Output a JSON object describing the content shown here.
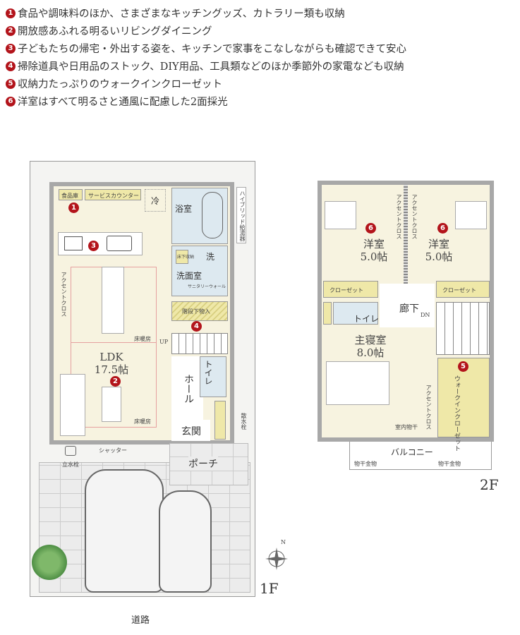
{
  "features": [
    {
      "num": "1",
      "text": "食品や調味料のほか、さまざまなキッチングッズ、カトラリー類も収納"
    },
    {
      "num": "2",
      "text": "開放感あふれる明るいリビングダイニング"
    },
    {
      "num": "3",
      "text": "子どもたちの帰宅・外出する姿を、キッチンで家事をこなしながらも確認できて安心"
    },
    {
      "num": "4",
      "text": "掃除道具や日用品のストック、DIY用品、工具類などのほか季節外の家電なども収納"
    },
    {
      "num": "5",
      "text": "収納力たっぷりのウォークインクローゼット"
    },
    {
      "num": "6",
      "text": "洋室はすべて明るさと通風に配慮した2面採光"
    }
  ],
  "floor1": {
    "label": "1F",
    "pantry": "食品庫",
    "service_counter": "サービスカウンター",
    "fridge": "冷",
    "bath": "浴室",
    "washer": "洗",
    "underfloor": "床下収納",
    "washroom": "洗面室",
    "sanitary_wall": "サニタリーウォール",
    "under_stairs": "階段下物入",
    "water_heater": "ハイブリッド給湯器",
    "ldk_name": "LDK",
    "ldk_size": "17.5帖",
    "floor_heating": "床暖房",
    "up": "UP",
    "toilet": "トイレ",
    "hall": "ホール",
    "entrance": "玄関",
    "porch": "ポーチ",
    "faucet": "立水栓",
    "sprinkler": "散水栓",
    "shutter": "シャッター",
    "accent_cloth": "アクセントクロス",
    "road": "道路",
    "badges": [
      "1",
      "2",
      "3",
      "4"
    ]
  },
  "floor2": {
    "label": "2F",
    "western_room": "洋室",
    "western_size": "5.0帖",
    "hallway": "廊下",
    "down": "DN",
    "closet": "クローゼット",
    "toilet": "トイレ",
    "master_name": "主寝室",
    "master_size": "8.0帖",
    "walkin": "ウォークインクローゼット",
    "indoor_drying": "室内物干",
    "balcony": "バルコニー",
    "drying_hardware": "物干金物",
    "accent_cloth": "アクセントクロス",
    "badges": [
      "6",
      "6",
      "5"
    ]
  },
  "compass_label": "N",
  "colors": {
    "badge": "#b3141b",
    "wall": "#a8a8a8",
    "floor": "#f7f3e0",
    "wet_area": "#dde9f0",
    "storage": "#efe8a8"
  }
}
